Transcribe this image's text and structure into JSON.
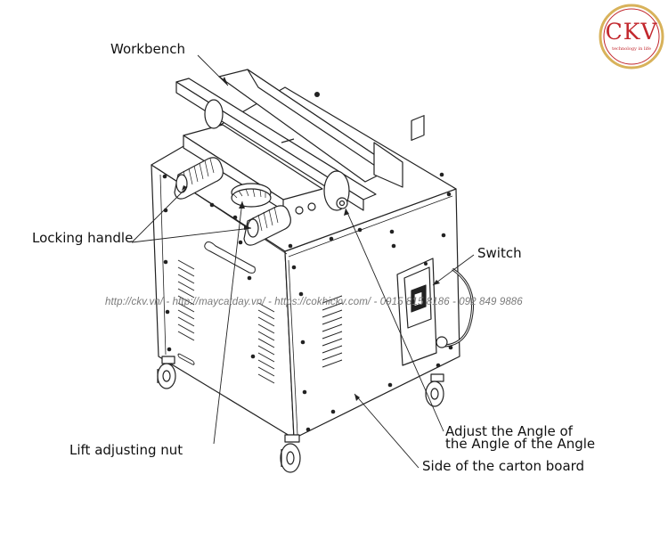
{
  "logo": {
    "text": "CKV",
    "tagline": "technology in life"
  },
  "labels": {
    "workbench": "Workbench",
    "locking_handle": "Locking handle",
    "switch": "Switch",
    "adjust_angle_line1": "Adjust the Angle of",
    "adjust_angle_line2": "the Angle of the Angle",
    "lift_nut": "Lift adjusting nut",
    "carton_side": "Side of the carton board"
  },
  "watermark": "http://ckv.vn/ - http://maycatday.vn/ - https://cokhickv.com/ - 0915 815 8186 - 092 849 9886",
  "colors": {
    "logo_red": "#c2272d",
    "logo_gold": "#d8b25a",
    "line": "#222222"
  }
}
